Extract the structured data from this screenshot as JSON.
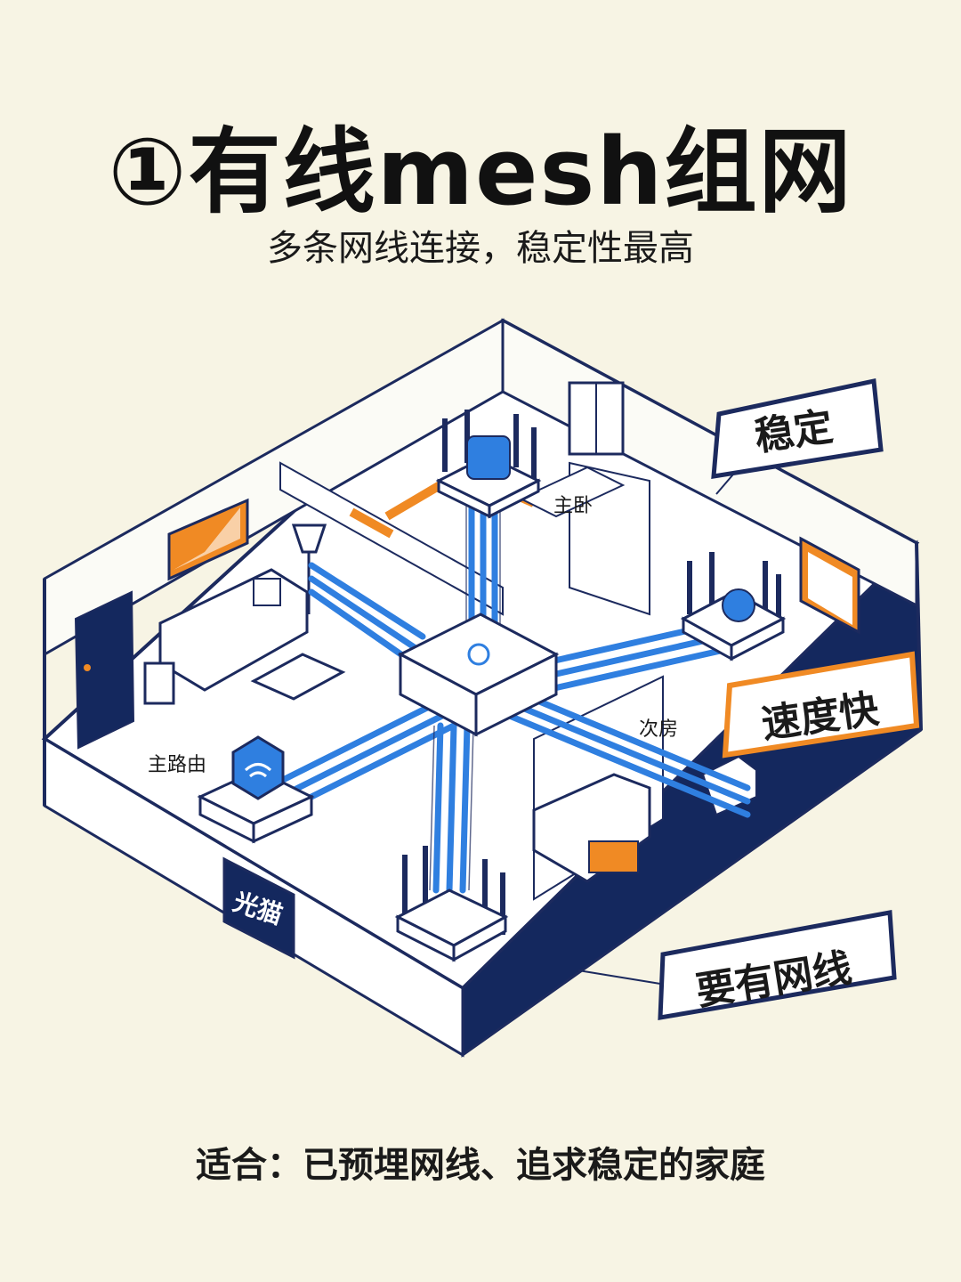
{
  "header": {
    "title": "①有线mesh组网",
    "subtitle": "多条网线连接，稳定性最高"
  },
  "labels": {
    "modem": "光猫",
    "main_router": "主路由",
    "master_bedroom": "主卧",
    "second_bedroom": "次房"
  },
  "callouts": {
    "stable": "稳定",
    "fast": "速度快",
    "needs_cable": "要有网线"
  },
  "footer": {
    "text": "适合：已预埋网线、追求稳定的家庭"
  },
  "colors": {
    "background": "#f7f4e4",
    "line": "#1c2a5e",
    "cable": "#2f7fe0",
    "accent": "#f08a24",
    "wall_dark": "#14285e"
  }
}
